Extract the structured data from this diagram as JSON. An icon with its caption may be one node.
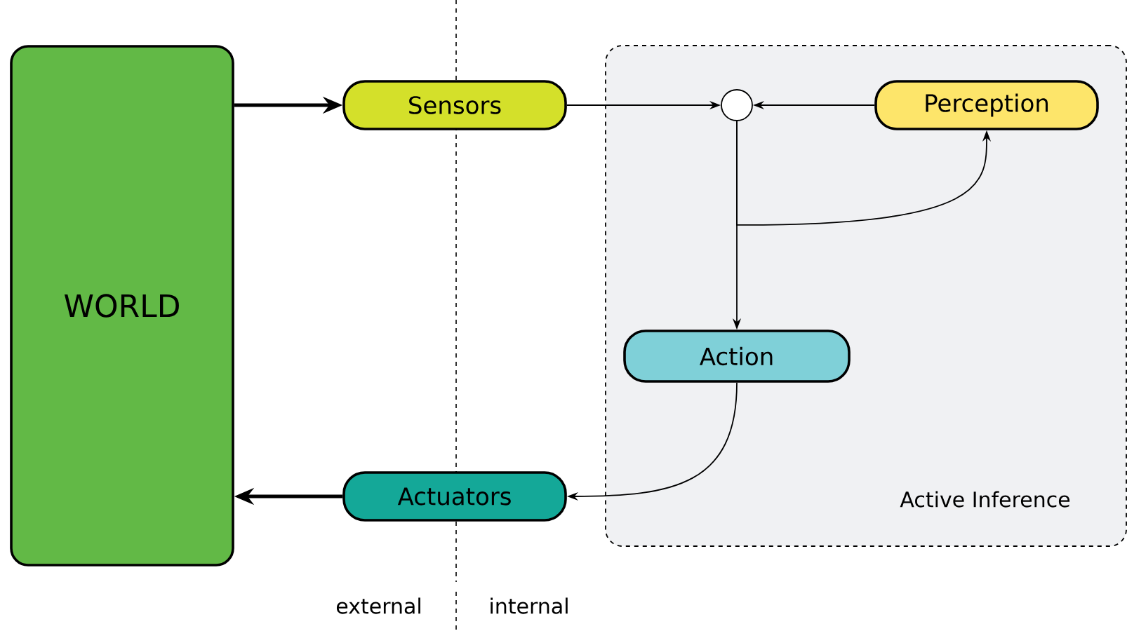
{
  "diagram": {
    "nodes": [
      {
        "text": [
          "WORLD"
        ]
      },
      {
        "text": [
          "Sensors"
        ]
      },
      {
        "text": [
          "Actuators"
        ]
      },
      {
        "text": [
          "Active Inference"
        ]
      },
      {
        "text": [],
        "shape": "circle",
        "in": 3
      },
      {
        "text": [
          "Perception"
        ],
        "in": 3
      },
      {
        "text": [
          "Action"
        ],
        "in": 3
      }
    ],
    "edges": [
      {
        "from": 0,
        "to": 1,
        "arrow": "to",
        "style": "thick"
      },
      {
        "from": 1,
        "to": 4,
        "arrow": "to"
      },
      {
        "from": 5,
        "to": 4,
        "arrow": "to"
      },
      {
        "from": 4,
        "to": 5,
        "arrow": "to"
      },
      {
        "from": 4,
        "to": 6,
        "arrow": "to"
      },
      {
        "from": 6,
        "to": 2,
        "arrow": "to"
      },
      {
        "from": 2,
        "to": 0,
        "arrow": "to",
        "style": "thick"
      }
    ],
    "labels": [
      "external",
      "internal"
    ]
  }
}
